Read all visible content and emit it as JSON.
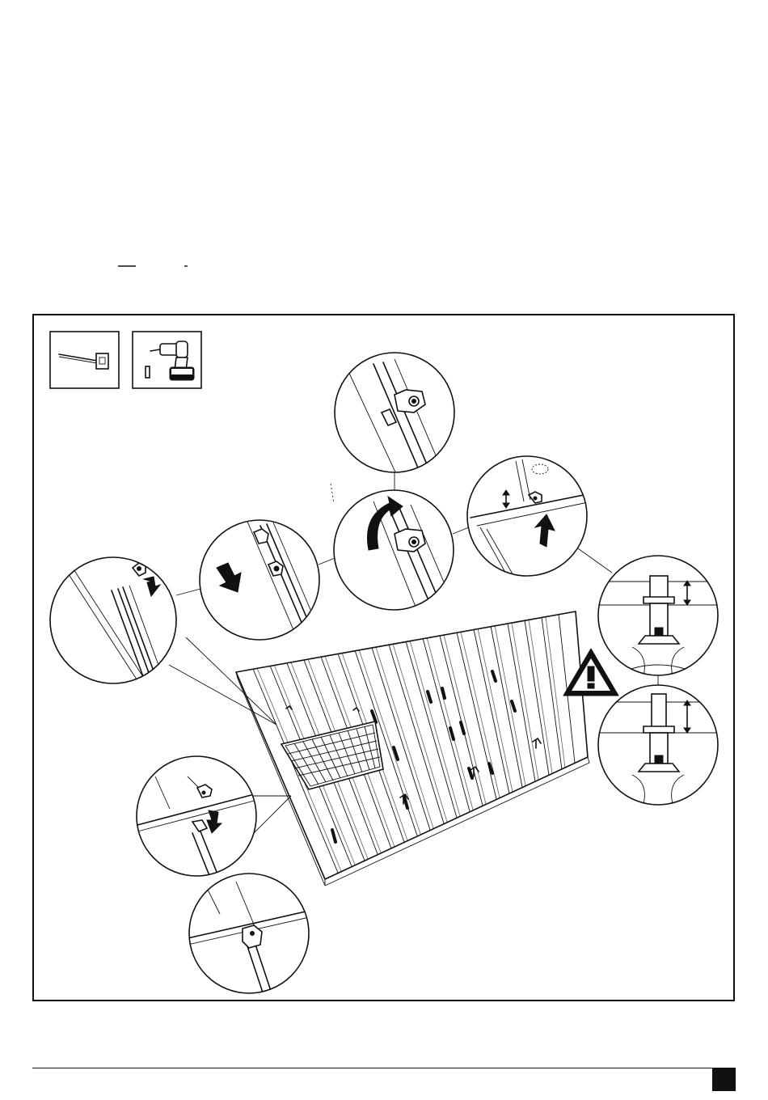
{
  "page": {
    "background": "#ffffff",
    "ink": "#111111"
  },
  "tools": [
    {
      "name": "tape-measure",
      "icon": "tape-measure-icon"
    },
    {
      "name": "cordless-drill-with-bit",
      "icon": "cordless-drill-icon"
    }
  ],
  "callouts": [
    {
      "step": "insert-clamp-into-rail",
      "icon": "down-arrow-icon"
    },
    {
      "step": "slide-clamp-down",
      "icon": "down-arrow-icon"
    },
    {
      "step": "rotate-clamp",
      "icon": "rotate-arrow-icon"
    },
    {
      "step": "clamp-secured",
      "icon": "none"
    },
    {
      "step": "push-panel-up",
      "icon": "up-arrow-icon"
    },
    {
      "step": "check-clamp-height",
      "icon": "height-arrow-icon"
    },
    {
      "step": "check-clamp-height-alt",
      "icon": "height-arrow-icon"
    },
    {
      "step": "lower-clamp-on-panel",
      "icon": "down-arrow-icon"
    },
    {
      "step": "clamp-on-panel-edge",
      "icon": "none"
    }
  ],
  "warning": {
    "icon": "warning-triangle-icon",
    "symbol": "!"
  }
}
